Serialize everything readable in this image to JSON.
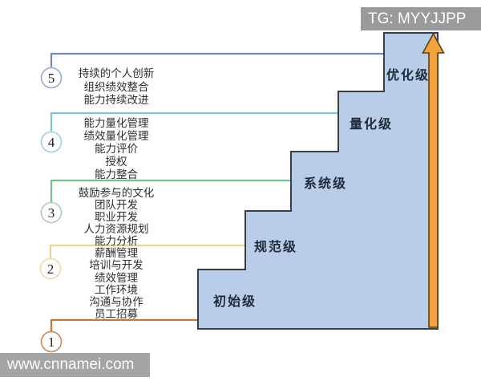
{
  "overlays": {
    "tg_badge": "TG: MYYJJPP",
    "site_watermark": "www.cnnamei.com"
  },
  "diagram": {
    "type": "staircase-maturity-model",
    "levels": [
      {
        "number": "1",
        "label": "初始级",
        "items": []
      },
      {
        "number": "2",
        "label": "规范级",
        "items": [
          "薪酬管理",
          "培训与开发",
          "绩效管理",
          "工作环境",
          "沟通与协作",
          "员工招募"
        ]
      },
      {
        "number": "3",
        "label": "系统级",
        "items": [
          "鼓励参与的文化",
          "团队开发",
          "职业开发",
          "人力资源规划",
          "能力分析"
        ]
      },
      {
        "number": "4",
        "label": "量化级",
        "items": [
          "能力量化管理",
          "绩效量化管理",
          "能力评价",
          "授权",
          "能力整合"
        ]
      },
      {
        "number": "5",
        "label": "优化级",
        "items": [
          "持续的个人创新",
          "组织绩效整合",
          "能力持续改进"
        ]
      }
    ],
    "colors": {
      "stair_fill": "#b9cde9",
      "stair_border": "#383e45",
      "arrow_fill": "#f3a441",
      "arrow_border": "#54401d",
      "level_line_colors": [
        "#c8743b",
        "#e8d58e",
        "#76bd93",
        "#7cc5d7",
        "#7689ba"
      ],
      "circle_stroke_colors": [
        "#c9885a",
        "#e9dba4",
        "#abc9bb",
        "#98d2da",
        "#9aa8c6"
      ],
      "badge_bg": "#9a9a9a",
      "watermark_bg": "#a5a5a5"
    }
  }
}
